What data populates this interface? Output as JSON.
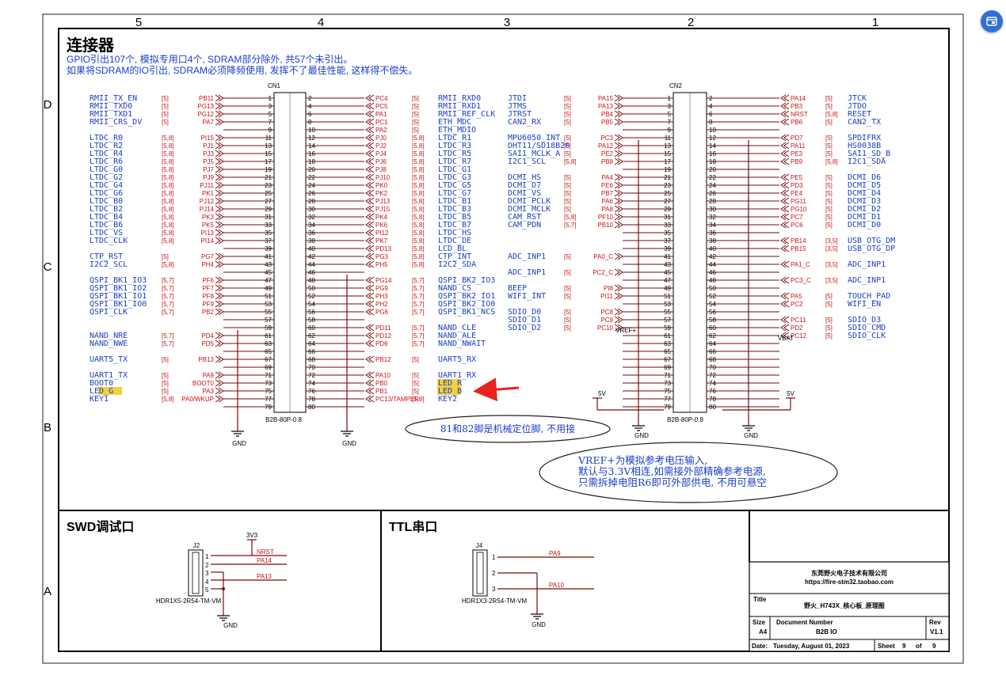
{
  "border_cols": [
    "5",
    "4",
    "3",
    "2",
    "1"
  ],
  "border_rows": [
    "D",
    "C",
    "B",
    "A"
  ],
  "section_connector": {
    "title": "连接器",
    "note1": "GPIO引出107个, 模拟专用口4个, SDRAM部分除外, 共57个未引出。",
    "note2": "如果将SDRAM的IO引出, SDRAM必须降频使用, 发挥不了最佳性能, 这样得不偿失。"
  },
  "cn1": {
    "ref": "CN1",
    "part": "B2B-80P-0.8",
    "left": [
      {
        "net": "RMII_TX_EN",
        "ref": "[5]",
        "pin": "PB11",
        "n": "1"
      },
      {
        "net": "RMII_TXD0",
        "ref": "[5]",
        "pin": "PG13",
        "n": "3"
      },
      {
        "net": "RMII_TXD1",
        "ref": "[5]",
        "pin": "PG12",
        "n": "5"
      },
      {
        "net": "RMII_CRS_DV",
        "ref": "[5]",
        "pin": "PA7",
        "n": "7"
      },
      {
        "net": "",
        "ref": "",
        "pin": "",
        "n": "9"
      },
      {
        "net": "LTDC_R0",
        "ref": "[5,8]",
        "pin": "PI15",
        "n": "11"
      },
      {
        "net": "LTDC_R2",
        "ref": "[5,8]",
        "pin": "PJ1",
        "n": "13"
      },
      {
        "net": "LTDC_R4",
        "ref": "[5,8]",
        "pin": "PJ3",
        "n": "15"
      },
      {
        "net": "LTDC_R6",
        "ref": "[5,8]",
        "pin": "PJ5",
        "n": "17"
      },
      {
        "net": "LTDC_G0",
        "ref": "[5,8]",
        "pin": "PJ7",
        "n": "19"
      },
      {
        "net": "LTDC_G2",
        "ref": "[5,8]",
        "pin": "PJ9",
        "n": "21"
      },
      {
        "net": "LTDC_G4",
        "ref": "[5,8]",
        "pin": "PJ11",
        "n": "23"
      },
      {
        "net": "LTDC_G6",
        "ref": "[5,8]",
        "pin": "PK1",
        "n": "25"
      },
      {
        "net": "LTDC_B0",
        "ref": "[5,8]",
        "pin": "PJ12",
        "n": "27"
      },
      {
        "net": "LTDC_B2",
        "ref": "[5,8]",
        "pin": "PJ14",
        "n": "29"
      },
      {
        "net": "LTDC_B4",
        "ref": "[5,8]",
        "pin": "PK3",
        "n": "31"
      },
      {
        "net": "LTDC_B6",
        "ref": "[5,8]",
        "pin": "PK5",
        "n": "33"
      },
      {
        "net": "LTDC_VS",
        "ref": "[5,8]",
        "pin": "PI13",
        "n": "35"
      },
      {
        "net": "LTDC_CLK",
        "ref": "[5,8]",
        "pin": "PI14",
        "n": "37"
      },
      {
        "net": "",
        "ref": "",
        "pin": "",
        "n": "39"
      },
      {
        "net": "CTP_RST",
        "ref": "[5]",
        "pin": "PG7",
        "n": "41"
      },
      {
        "net": "I2C2_SCL",
        "ref": "[5,8]",
        "pin": "PH4",
        "n": "43"
      },
      {
        "net": "",
        "ref": "",
        "pin": "",
        "n": "45"
      },
      {
        "net": "QSPI_BK1_IO3",
        "ref": "[5,7]",
        "pin": "PF6",
        "n": "47"
      },
      {
        "net": "QSPI_BK1_IO2",
        "ref": "[5,7]",
        "pin": "PF7",
        "n": "49"
      },
      {
        "net": "QSPI_BK1_IO1",
        "ref": "[5,7]",
        "pin": "PF8",
        "n": "51"
      },
      {
        "net": "QSPI_BK1_IO0",
        "ref": "[5,7]",
        "pin": "PF9",
        "n": "53"
      },
      {
        "net": "QSPI_CLK",
        "ref": "[5,7]",
        "pin": "PB2",
        "n": "55"
      },
      {
        "net": "",
        "ref": "",
        "pin": "",
        "n": "57"
      },
      {
        "net": "",
        "ref": "",
        "pin": "",
        "n": "59"
      },
      {
        "net": "NAND_NRE",
        "ref": "[5,7]",
        "pin": "PD4",
        "n": "61"
      },
      {
        "net": "NAND_NWE",
        "ref": "[5,7]",
        "pin": "PD5",
        "n": "63"
      },
      {
        "net": "",
        "ref": "",
        "pin": "",
        "n": "65"
      },
      {
        "net": "UART5_TX",
        "ref": "[5]",
        "pin": "PB13",
        "n": "67"
      },
      {
        "net": "",
        "ref": "",
        "pin": "",
        "n": "69"
      },
      {
        "net": "UART1_TX",
        "ref": "[5]",
        "pin": "PA9",
        "n": "71"
      },
      {
        "net": "BOOT0",
        "ref": "[5]",
        "pin": "BOOT0",
        "n": "73"
      },
      {
        "net": "LED_G",
        "ref": "[5]",
        "pin": "PA3",
        "n": "75"
      },
      {
        "net": "KEY1",
        "ref": "[5,8]",
        "pin": "PA0/WKUP",
        "n": "77"
      },
      {
        "net": "",
        "ref": "",
        "pin": "",
        "n": "79"
      }
    ],
    "right": [
      {
        "net": "RMII_RXD0",
        "ref": "[5]",
        "pin": "PC4",
        "n": "2"
      },
      {
        "net": "RMII_RXD1",
        "ref": "[5]",
        "pin": "PC5",
        "n": "4"
      },
      {
        "net": "RMII_REF_CLK",
        "ref": "[5]",
        "pin": "PA1",
        "n": "6"
      },
      {
        "net": "ETH_MDC",
        "ref": "[5]",
        "pin": "PC1",
        "n": "8"
      },
      {
        "net": "ETH_MDIO",
        "ref": "[5]",
        "pin": "PA2",
        "n": "10"
      },
      {
        "net": "LTDC_R1",
        "ref": "[5,8]",
        "pin": "PJ0",
        "n": "12"
      },
      {
        "net": "LTDC_R3",
        "ref": "[5,8]",
        "pin": "PJ2",
        "n": "14"
      },
      {
        "net": "LTDC_R5",
        "ref": "[5,8]",
        "pin": "PJ4",
        "n": "16"
      },
      {
        "net": "LTDC_R7",
        "ref": "[5,8]",
        "pin": "PJ6",
        "n": "18"
      },
      {
        "net": "LTDC_G1",
        "ref": "[5,8]",
        "pin": "PJ8",
        "n": "20"
      },
      {
        "net": "LTDC_G3",
        "ref": "[5,8]",
        "pin": "PJ10",
        "n": "22"
      },
      {
        "net": "LTDC_G5",
        "ref": "[5,8]",
        "pin": "PK0",
        "n": "24"
      },
      {
        "net": "LTDC_G7",
        "ref": "[5,8]",
        "pin": "PK2",
        "n": "26"
      },
      {
        "net": "LTDC_B1",
        "ref": "[5,8]",
        "pin": "PJ13",
        "n": "28"
      },
      {
        "net": "LTDC_B3",
        "ref": "[5,8]",
        "pin": "PJ15",
        "n": "30"
      },
      {
        "net": "LTDC_B5",
        "ref": "[5,8]",
        "pin": "PK4",
        "n": "32"
      },
      {
        "net": "LTDC_B7",
        "ref": "[5,8]",
        "pin": "PK6",
        "n": "34"
      },
      {
        "net": "LTDC_HS",
        "ref": "[5,8]",
        "pin": "PI12",
        "n": "36"
      },
      {
        "net": "LTDC_DE",
        "ref": "[5,8]",
        "pin": "PK7",
        "n": "38"
      },
      {
        "net": "LCD_BL",
        "ref": "[5,8]",
        "pin": "PD13",
        "n": "40"
      },
      {
        "net": "CTP_INT",
        "ref": "[5,8]",
        "pin": "PG3",
        "n": "42"
      },
      {
        "net": "I2C2_SDA",
        "ref": "[5,8]",
        "pin": "PH5",
        "n": "44"
      },
      {
        "net": "",
        "ref": "",
        "pin": "",
        "n": "46"
      },
      {
        "net": "QSPI_BK2_IO3",
        "ref": "[5,7]",
        "pin": "PG14",
        "n": "48"
      },
      {
        "net": "NAND_CS",
        "ref": "[5,7]",
        "pin": "PG9",
        "n": "50"
      },
      {
        "net": "QSPI_BK2_IO1",
        "ref": "[5,7]",
        "pin": "PH3",
        "n": "52"
      },
      {
        "net": "QSPI_BK2_IO0",
        "ref": "[5,7]",
        "pin": "PH2",
        "n": "54"
      },
      {
        "net": "QSPI_BK1_NCS",
        "ref": "[5,7]",
        "pin": "PG6",
        "n": "56"
      },
      {
        "net": "",
        "ref": "",
        "pin": "",
        "n": "58"
      },
      {
        "net": "NAND_CLE",
        "ref": "[5,7]",
        "pin": "PD11",
        "n": "60"
      },
      {
        "net": "NAND_ALE",
        "ref": "[5,7]",
        "pin": "PD12",
        "n": "62"
      },
      {
        "net": "NAND_NWAIT",
        "ref": "[5,7]",
        "pin": "PD6",
        "n": "64"
      },
      {
        "net": "",
        "ref": "",
        "pin": "",
        "n": "66"
      },
      {
        "net": "UART5_RX",
        "ref": "[5]",
        "pin": "PB12",
        "n": "68"
      },
      {
        "net": "",
        "ref": "",
        "pin": "",
        "n": "70"
      },
      {
        "net": "UART1_RX",
        "ref": "[5]",
        "pin": "PA10",
        "n": "72"
      },
      {
        "net": "LED_R",
        "ref": "[5]",
        "pin": "PB0",
        "n": "74"
      },
      {
        "net": "LED_B",
        "ref": "[5]",
        "pin": "PB1",
        "n": "76"
      },
      {
        "net": "KEY2",
        "ref": "[5,8]",
        "pin": "PC13/TAMPER",
        "n": "78"
      },
      {
        "net": "",
        "ref": "",
        "pin": "",
        "n": "80"
      }
    ],
    "gnd_left": "GND",
    "gnd_right": "GND"
  },
  "cn2": {
    "ref": "CN2",
    "part": "B2B-80P-0.8",
    "left": [
      {
        "net": "JTDI",
        "ref": "[5]",
        "pin": "PA15",
        "n": "1"
      },
      {
        "net": "JTMS",
        "ref": "[5]",
        "pin": "PA13",
        "n": "3"
      },
      {
        "net": "JTRST",
        "ref": "[5]",
        "pin": "PB4",
        "n": "5"
      },
      {
        "net": "CAN2_RX",
        "ref": "[5]",
        "pin": "PB5",
        "n": "7"
      },
      {
        "net": "",
        "ref": "",
        "pin": "",
        "n": "9"
      },
      {
        "net": "MPU6050_INT",
        "ref": "[5]",
        "pin": "PC3",
        "n": "11"
      },
      {
        "net": "DHT11/SD18B20",
        "ref": "[5]",
        "pin": "PA12",
        "n": "13"
      },
      {
        "net": "SAI1_MCLK_A",
        "ref": "[5]",
        "pin": "PE2",
        "n": "15"
      },
      {
        "net": "I2C1_SCL",
        "ref": "[5,8]",
        "pin": "PB8",
        "n": "17"
      },
      {
        "net": "",
        "ref": "",
        "pin": "",
        "n": "19"
      },
      {
        "net": "DCMI_HS",
        "ref": "[5]",
        "pin": "PA4",
        "n": "21"
      },
      {
        "net": "DCMI_D7",
        "ref": "[5]",
        "pin": "PE6",
        "n": "23"
      },
      {
        "net": "DCMI_VS",
        "ref": "[5]",
        "pin": "PB7",
        "n": "25"
      },
      {
        "net": "DCMI_PCLK",
        "ref": "[5]",
        "pin": "PA6",
        "n": "27"
      },
      {
        "net": "DCMI_MCLK",
        "ref": "[5]",
        "pin": "PA8",
        "n": "29"
      },
      {
        "net": "CAM_RST",
        "ref": "[5,8]",
        "pin": "PF10",
        "n": "31"
      },
      {
        "net": "CAM_PDN",
        "ref": "[5,7]",
        "pin": "PB10",
        "n": "33"
      },
      {
        "net": "",
        "ref": "",
        "pin": "",
        "n": "35"
      },
      {
        "net": "",
        "ref": "",
        "pin": "",
        "n": "37"
      },
      {
        "net": "",
        "ref": "",
        "pin": "",
        "n": "39"
      },
      {
        "net": "ADC_INP1",
        "ref": "[5]",
        "pin": "PA0_C",
        "n": "41"
      },
      {
        "net": "",
        "ref": "",
        "pin": "",
        "n": "43"
      },
      {
        "net": "ADC_INP1",
        "ref": "[5]",
        "pin": "PC2_C",
        "n": "45"
      },
      {
        "net": "",
        "ref": "",
        "pin": "",
        "n": "47"
      },
      {
        "net": "BEEP",
        "ref": "[5]",
        "pin": "PI8",
        "n": "49"
      },
      {
        "net": "WIFI_INT",
        "ref": "[5]",
        "pin": "PI11",
        "n": "51"
      },
      {
        "net": "",
        "ref": "",
        "pin": "",
        "n": "53"
      },
      {
        "net": "SDIO_D0",
        "ref": "[5]",
        "pin": "PC8",
        "n": "55"
      },
      {
        "net": "SDIO_D1",
        "ref": "[5]",
        "pin": "PC9",
        "n": "57"
      },
      {
        "net": "SDIO_D2",
        "ref": "[5]",
        "pin": "PC10",
        "n": "59"
      },
      {
        "net": "",
        "ref": "",
        "pin": "VREF+",
        "n": "61"
      },
      {
        "net": "",
        "ref": "",
        "pin": "",
        "n": "63"
      },
      {
        "net": "",
        "ref": "",
        "pin": "",
        "n": "65"
      },
      {
        "net": "",
        "ref": "",
        "pin": "",
        "n": "67"
      },
      {
        "net": "",
        "ref": "",
        "pin": "",
        "n": "69"
      },
      {
        "net": "",
        "ref": "",
        "pin": "",
        "n": "71"
      },
      {
        "net": "",
        "ref": "",
        "pin": "",
        "n": "73"
      },
      {
        "net": "",
        "ref": "",
        "pin": "",
        "n": "75"
      },
      {
        "net": "",
        "ref": "",
        "pin": "",
        "n": "77"
      },
      {
        "net": "",
        "ref": "",
        "pin": "",
        "n": "79"
      }
    ],
    "right": [
      {
        "net": "JTCK",
        "ref": "[5]",
        "pin": "PA14",
        "n": "2"
      },
      {
        "net": "JTDO",
        "ref": "[5]",
        "pin": "PB3",
        "n": "4"
      },
      {
        "net": "RESET",
        "ref": "[5,8]",
        "pin": "NRST",
        "n": "6"
      },
      {
        "net": "CAN2_TX",
        "ref": "[5]",
        "pin": "PB6",
        "n": "8"
      },
      {
        "net": "",
        "ref": "",
        "pin": "",
        "n": "10"
      },
      {
        "net": "SPDIFRX",
        "ref": "[5]",
        "pin": "PD7",
        "n": "12"
      },
      {
        "net": "HS0038B",
        "ref": "[5]",
        "pin": "PA11",
        "n": "14"
      },
      {
        "net": "SAI1_SD_B",
        "ref": "[5]",
        "pin": "PE3",
        "n": "16"
      },
      {
        "net": "I2C1_SDA",
        "ref": "[5,8]",
        "pin": "PB9",
        "n": "18"
      },
      {
        "net": "",
        "ref": "",
        "pin": "",
        "n": "20"
      },
      {
        "net": "DCMI_D6",
        "ref": "[5]",
        "pin": "PE5",
        "n": "22"
      },
      {
        "net": "DCMI_D5",
        "ref": "[5]",
        "pin": "PD3",
        "n": "24"
      },
      {
        "net": "DCMI_D4",
        "ref": "[5]",
        "pin": "PE4",
        "n": "26"
      },
      {
        "net": "DCMI_D3",
        "ref": "[5]",
        "pin": "PG11",
        "n": "28"
      },
      {
        "net": "DCMI_D2",
        "ref": "[5]",
        "pin": "PG10",
        "n": "30"
      },
      {
        "net": "DCMI_D1",
        "ref": "[5]",
        "pin": "PC7",
        "n": "32"
      },
      {
        "net": "DCMI_D0",
        "ref": "[5]",
        "pin": "PC6",
        "n": "34"
      },
      {
        "net": "",
        "ref": "",
        "pin": "",
        "n": "36"
      },
      {
        "net": "USB_OTG_DM",
        "ref": "[3,5]",
        "pin": "PB14",
        "n": "38"
      },
      {
        "net": "USB_OTG_DP",
        "ref": "[3,5]",
        "pin": "PB15",
        "n": "40"
      },
      {
        "net": "",
        "ref": "",
        "pin": "",
        "n": "42"
      },
      {
        "net": "ADC_INP1",
        "ref": "[3,5]",
        "pin": "PA1_C",
        "n": "44"
      },
      {
        "net": "",
        "ref": "",
        "pin": "",
        "n": "46"
      },
      {
        "net": "ADC_INP1",
        "ref": "[3,5]",
        "pin": "PC3_C",
        "n": "48"
      },
      {
        "net": "",
        "ref": "",
        "pin": "",
        "n": "50"
      },
      {
        "net": "TOUCH_PAD",
        "ref": "[5]",
        "pin": "PA5",
        "n": "52"
      },
      {
        "net": "WIFI_EN",
        "ref": "[5]",
        "pin": "PC2",
        "n": "54"
      },
      {
        "net": "",
        "ref": "",
        "pin": "",
        "n": "56"
      },
      {
        "net": "SDIO_D3",
        "ref": "[5]",
        "pin": "PC11",
        "n": "58"
      },
      {
        "net": "SDIO_CMD",
        "ref": "[5]",
        "pin": "PD2",
        "n": "60"
      },
      {
        "net": "SDIO_CLK",
        "ref": "[5]",
        "pin": "PC12",
        "n": "62"
      },
      {
        "net": "",
        "ref": "",
        "pin": "VBAT",
        "n": "64"
      },
      {
        "net": "",
        "ref": "",
        "pin": "",
        "n": "66"
      },
      {
        "net": "",
        "ref": "",
        "pin": "",
        "n": "68"
      },
      {
        "net": "",
        "ref": "",
        "pin": "",
        "n": "70"
      },
      {
        "net": "",
        "ref": "",
        "pin": "",
        "n": "72"
      },
      {
        "net": "",
        "ref": "",
        "pin": "",
        "n": "74"
      },
      {
        "net": "",
        "ref": "",
        "pin": "",
        "n": "76"
      },
      {
        "net": "",
        "ref": "",
        "pin": "",
        "n": "78"
      },
      {
        "net": "",
        "ref": "",
        "pin": "",
        "n": "80"
      }
    ],
    "v5_left": "5V",
    "v5_right": "5V",
    "gnd_left": "GND",
    "gnd_right": "GND"
  },
  "notes": {
    "pin81": "81和82脚是机械定位脚, 不用接",
    "vref1": "VREF+为模拟参考电压输入,",
    "vref2": "默认与3.3V相连,如需接外部精确参考电源,",
    "vref3": "只需拆掉电阻R6即可外部供电, 不用可悬空"
  },
  "swd": {
    "title": "SWD调试口",
    "ref": "J2",
    "part": "HDR1X5-2R54-TM-VM",
    "power": "3V3",
    "gnd": "GND",
    "pins": [
      "1",
      "2",
      "3",
      "4",
      "5"
    ],
    "nets": [
      "NRST",
      "PA14",
      "PA13"
    ]
  },
  "ttl": {
    "title": "TTL串口",
    "ref": "J4",
    "part": "HDR1X3-2R54-TM-VM",
    "gnd": "GND",
    "pins": [
      "1",
      "2",
      "3"
    ],
    "nets": [
      "PA9",
      "PA10"
    ]
  },
  "title_block": {
    "company": "东莞野火电子技术有限公司",
    "url": "https://fire-stm32.taobao.com",
    "title_label": "Title",
    "title": "野火_H743X_核心板_原理图",
    "size_label": "Size",
    "size": "A4",
    "docnum_label": "Document Number",
    "docnum": "B2B IO",
    "rev_label": "Rev",
    "rev": "V1.1",
    "date_label": "Date:",
    "date": "Tuesday, August 01, 2023",
    "sheet_label": "Sheet",
    "sheet": "9",
    "of_label": "of",
    "of": "9"
  },
  "colors": {
    "net_blue": "#1a3fc8",
    "ref_red": "#d01010",
    "wire_dark": "#7a0a0a",
    "highlight": "#f4d03f",
    "fab_blue": "#2f6fd6"
  }
}
